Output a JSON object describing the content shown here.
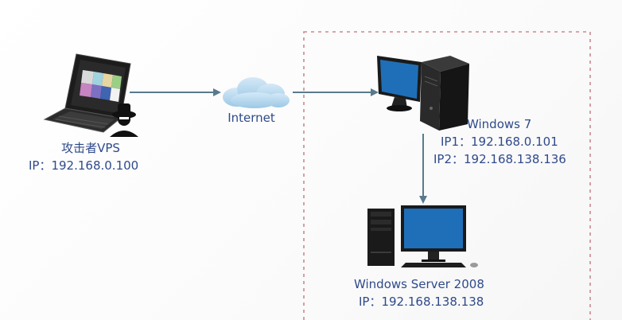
{
  "nodes": {
    "attacker": {
      "name": "攻击者VPS",
      "ip": "IP：192.168.0.100"
    },
    "internet": {
      "name": "Internet"
    },
    "win7": {
      "name": "Windows 7",
      "ip1": "IP1：192.168.0.101",
      "ip2": "IP2：192.168.138.136"
    },
    "server2008": {
      "name": "Windows Server 2008",
      "ip": "IP：192.168.138.138"
    }
  },
  "colors": {
    "text": "#2f4a8a",
    "arrow": "#5a7a8c",
    "boundary": "#c98a92",
    "monitor_screen": "#1f6fb8",
    "cloud": "#b8d8ee"
  },
  "icons": {
    "attacker": "laptop-with-hacker-icon",
    "internet": "cloud-icon",
    "win7": "desktop-pc-icon",
    "server2008": "server-desktop-icon"
  }
}
